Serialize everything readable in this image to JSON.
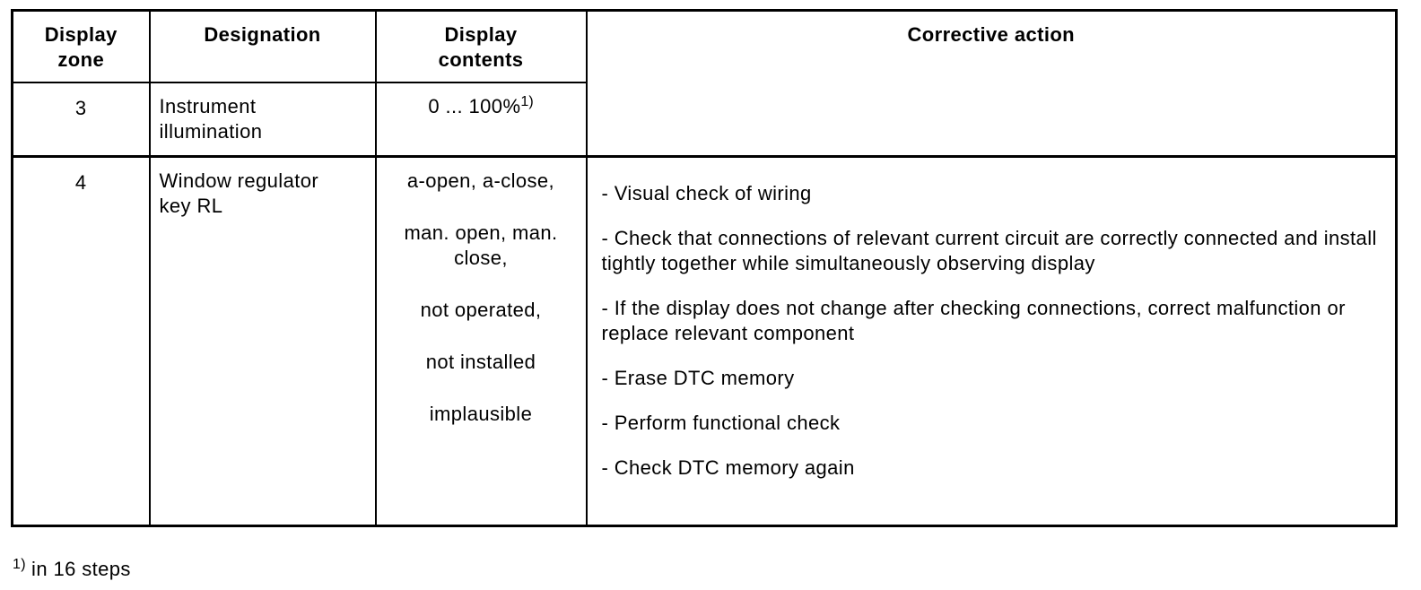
{
  "table": {
    "headers": {
      "display_zone": "Display\nzone",
      "designation": "Designation",
      "display_contents": "Display\ncontents",
      "corrective_action": "Corrective action"
    },
    "rows": [
      {
        "display_zone": "3",
        "designation": "Instrument\nillumination",
        "display_contents_text": "0 ... 100%",
        "display_contents_footnote_ref": "1)"
      },
      {
        "display_zone": "4",
        "designation": "Window regulator\nkey RL",
        "display_contents_lines": [
          "a-open, a-close,",
          "man. open, man. close,",
          "not operated,",
          "not installed",
          "implausible"
        ],
        "corrective_actions": [
          "- Visual check of wiring",
          "- Check that connections of relevant current circuit are correctly connected and install tightly together while simultaneously observing display",
          "- If the display does not change after checking connections, correct malfunction or replace relevant component",
          "- Erase DTC memory",
          "- Perform functional check",
          "- Check DTC memory again"
        ]
      }
    ]
  },
  "footnote": {
    "marker": "1)",
    "text": "in 16 steps"
  }
}
